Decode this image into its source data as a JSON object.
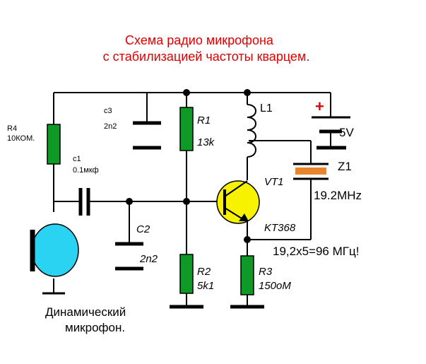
{
  "title": {
    "line1": "Схема радио микрофона",
    "line2": "с стабилизацией частоты кварцем."
  },
  "components": {
    "r4": {
      "name": "R4",
      "value": "10КОМ."
    },
    "c3": {
      "name": "c3",
      "value": "2n2"
    },
    "r1": {
      "name": "R1",
      "value": "13k"
    },
    "l1": {
      "name": "L1"
    },
    "battery": {
      "polarity": "+",
      "voltage": "5V"
    },
    "c1": {
      "name": "c1",
      "value": "0.1мкф"
    },
    "vt1": {
      "name": "VT1",
      "type": "KT368"
    },
    "z1": {
      "name": "Z1",
      "frequency": "19.2MHz"
    },
    "c2": {
      "name": "C2",
      "value": "2n2"
    },
    "r2": {
      "name": "R2",
      "value": "5k1"
    },
    "r3": {
      "name": "R3",
      "value": "150оМ"
    },
    "microphone": {
      "line1": "Динамический",
      "line2": "микрофон."
    }
  },
  "note": "19,2x5=96 МГц!",
  "colors": {
    "title": "#e00000",
    "resistor": "#0f9a28",
    "transistor": "#f7f300",
    "microphone": "#2bd3f2",
    "crystal": "#e8842a",
    "battery_plus": "#e00000",
    "wire": "#000000"
  }
}
